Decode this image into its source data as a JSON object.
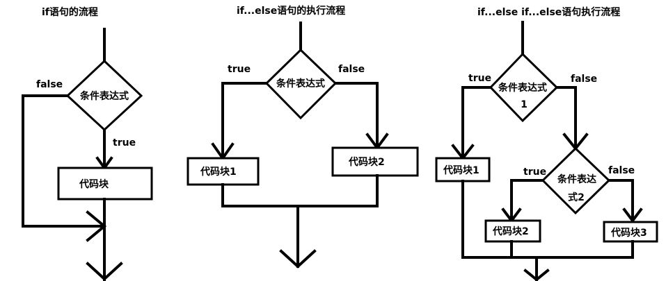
{
  "flow_if": {
    "title": "if语句的流程",
    "condition": "条件表达式",
    "label_false": "false",
    "label_true": "true",
    "block": "代码块"
  },
  "flow_if_else": {
    "title": "if...else语句的执行流程",
    "condition": "条件表达式",
    "label_true": "true",
    "label_false": "false",
    "block1": "代码块1",
    "block2": "代码块2"
  },
  "flow_if_else_if": {
    "title": "if...else if...else语句执行流程",
    "condition1_line1": "条件表达式",
    "condition1_line2": "1",
    "label1_true": "true",
    "label1_false": "false",
    "block1": "代码块1",
    "condition2_line1": "条件表达",
    "condition2_line2": "式2",
    "label2_true": "true",
    "label2_false": "false",
    "block2": "代码块2",
    "block3": "代码块3"
  }
}
